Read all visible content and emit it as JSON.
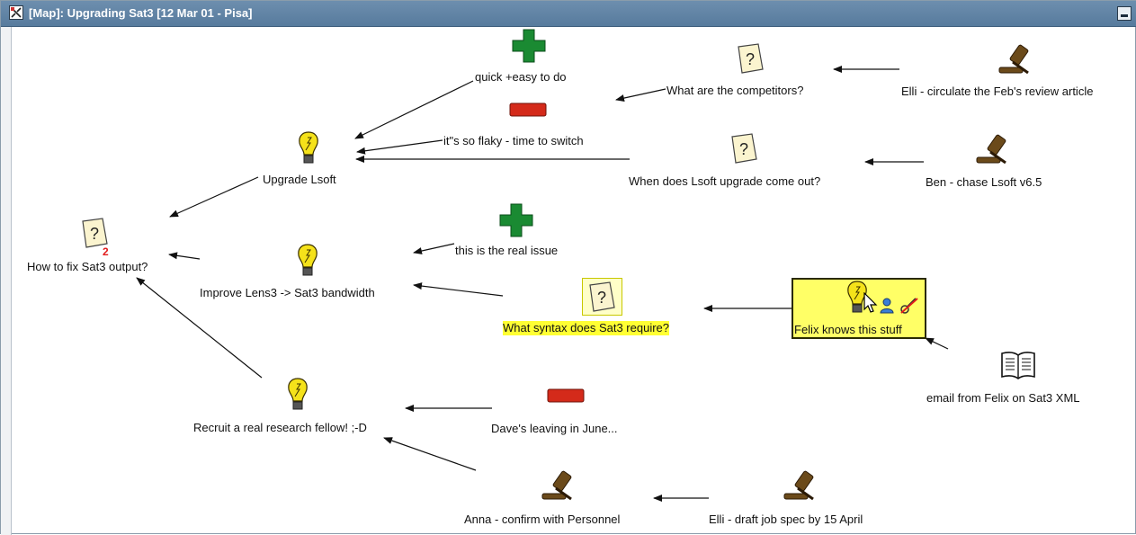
{
  "window": {
    "title": "[Map]: Upgrading Sat3 [12 Mar 01 - Pisa]"
  },
  "nodes": {
    "quick_easy": {
      "label": "quick +easy to do",
      "icon": "pro-plus-icon"
    },
    "flaky": {
      "label": "it\"s so flaky - time to switch",
      "icon": "con-minus-icon"
    },
    "competitors": {
      "label": "What are the competitors?",
      "icon": "question-icon"
    },
    "elli_circulate": {
      "label": "Elli - circulate the Feb's review article",
      "icon": "gavel-decision-icon"
    },
    "upgrade_lsoft": {
      "label": "Upgrade Lsoft",
      "icon": "lightbulb-idea-icon"
    },
    "lsoft_upgrade_q": {
      "label": "When does Lsoft upgrade come out?",
      "icon": "question-icon"
    },
    "ben_chase": {
      "label": "Ben - chase Lsoft v6.5",
      "icon": "gavel-decision-icon"
    },
    "how_to_fix": {
      "label": "How to fix Sat3 output?",
      "icon": "question-icon",
      "count": "2"
    },
    "improve_lens": {
      "label": "Improve Lens3 -> Sat3 bandwidth",
      "icon": "lightbulb-idea-icon"
    },
    "real_issue": {
      "label": "this is the real issue",
      "icon": "pro-plus-icon"
    },
    "syntax": {
      "label": "What syntax does Sat3 require?",
      "icon": "question-icon"
    },
    "felix_knows": {
      "label": "Felix knows this stuff",
      "icon": "lightbulb-idea-icon"
    },
    "email_felix": {
      "label": "email from Felix on Sat3 XML",
      "icon": "book-reference-icon"
    },
    "recruit": {
      "label": "Recruit a real research fellow! ;-D",
      "icon": "lightbulb-idea-icon"
    },
    "dave_leaving": {
      "label": "Dave's leaving in June...",
      "icon": "con-minus-icon"
    },
    "anna_confirm": {
      "label": "Anna - confirm with Personnel",
      "icon": "gavel-decision-icon"
    },
    "elli_draft": {
      "label": "Elli - draft job spec by 15 April",
      "icon": "gavel-decision-icon"
    }
  },
  "colors": {
    "title_bar": "#577b9d",
    "highlight": "#ffff33",
    "plus": "#1a8a32",
    "minus": "#d42a1a",
    "count": "#e21b1b"
  }
}
